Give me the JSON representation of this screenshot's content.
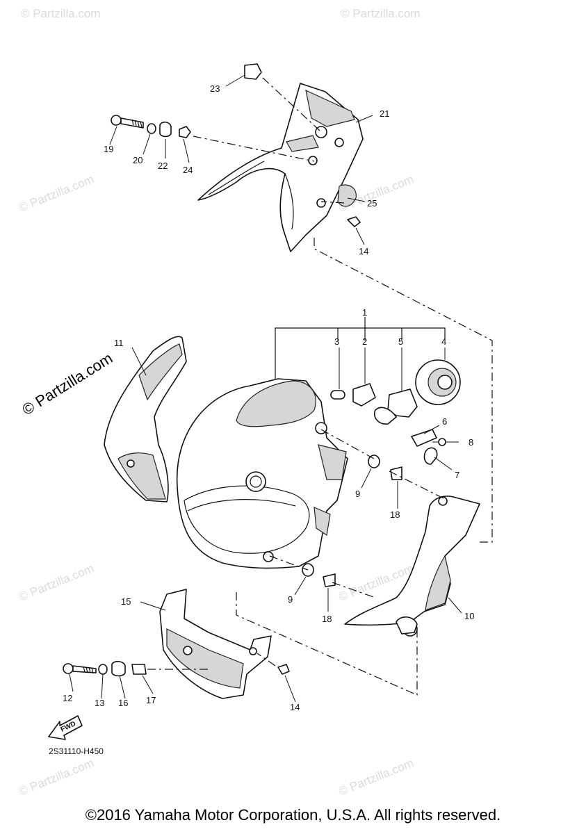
{
  "copyright": "©2016 Yamaha Motor Corporation, U.S.A. All rights reserved.",
  "diagram_code": "2S31110-H450",
  "fwd_label": "FWD",
  "watermark_main": "© Partzilla.com",
  "watermark_faint": "© Partzilla.com",
  "callouts": {
    "c1": "1",
    "c2": "2",
    "c3": "3",
    "c4": "4",
    "c5": "5",
    "c6": "6",
    "c7": "7",
    "c8": "8",
    "c9a": "9",
    "c9b": "9",
    "c10": "10",
    "c11": "11",
    "c12": "12",
    "c13": "13",
    "c14a": "14",
    "c14b": "14",
    "c15": "15",
    "c16": "16",
    "c17": "17",
    "c18a": "18",
    "c18b": "18",
    "c19": "19",
    "c20": "20",
    "c21": "21",
    "c22": "22",
    "c23": "23",
    "c24": "24",
    "c25": "25"
  }
}
